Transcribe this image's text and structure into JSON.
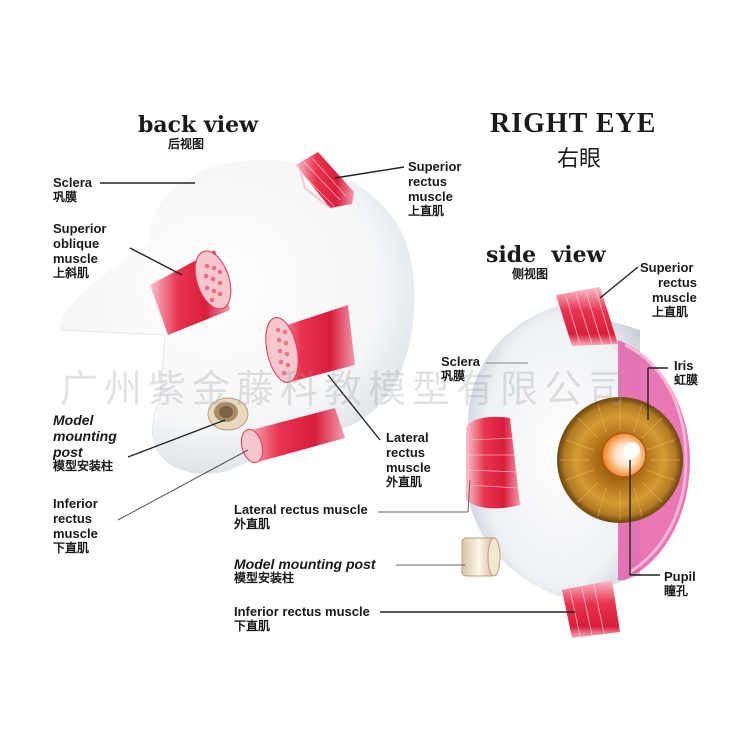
{
  "title_en": "RIGHT EYE",
  "title_zh": "右眼",
  "back_view": {
    "heading_en": "back view",
    "heading_zh": "后视图",
    "labels": {
      "sclera": {
        "en": "Sclera",
        "zh": "巩膜"
      },
      "superior_oblique": {
        "en_1": "Superior",
        "en_2": "oblique",
        "en_3": "muscle",
        "zh": "上斜肌"
      },
      "model_post": {
        "en_1": "Model",
        "en_2": "mounting",
        "en_3": "post",
        "zh": "模型安装柱"
      },
      "inferior_rectus": {
        "en_1": "Inferior",
        "en_2": "rectus",
        "en_3": "muscle",
        "zh": "下直肌"
      },
      "superior_rectus": {
        "en_1": "Superior",
        "en_2": "rectus",
        "en_3": "muscle",
        "zh": "上直肌"
      },
      "lateral_rectus": {
        "en_1": "Lateral",
        "en_2": "rectus",
        "en_3": "muscle",
        "zh": "外直肌"
      }
    }
  },
  "side_view": {
    "heading_en": "side  view",
    "heading_zh": "侧视图",
    "labels": {
      "superior_rectus": {
        "en_1": "Superior",
        "en_2": "rectus",
        "en_3": "muscle",
        "zh": "上直肌"
      },
      "sclera": {
        "en": "Sclera",
        "zh": "巩膜"
      },
      "iris": {
        "en": "Iris",
        "zh": "虹膜"
      },
      "lateral_rectus": {
        "en": "Lateral rectus muscle",
        "zh": "外直肌"
      },
      "model_post": {
        "en": "Model mounting post",
        "zh": "模型安装柱"
      },
      "pupil": {
        "en": "Pupil",
        "zh": "瞳孔"
      },
      "inferior_rectus": {
        "en": "Inferior rectus muscle",
        "zh": "下直肌"
      }
    }
  },
  "watermark": "广州紫金藤科教模型有限公司",
  "colors": {
    "muscle": "#e8334f",
    "muscle_light": "#f7b3bf",
    "iris": "#c98a1f",
    "pupil": "#f28a1e",
    "cornea": "#e04fa0"
  }
}
